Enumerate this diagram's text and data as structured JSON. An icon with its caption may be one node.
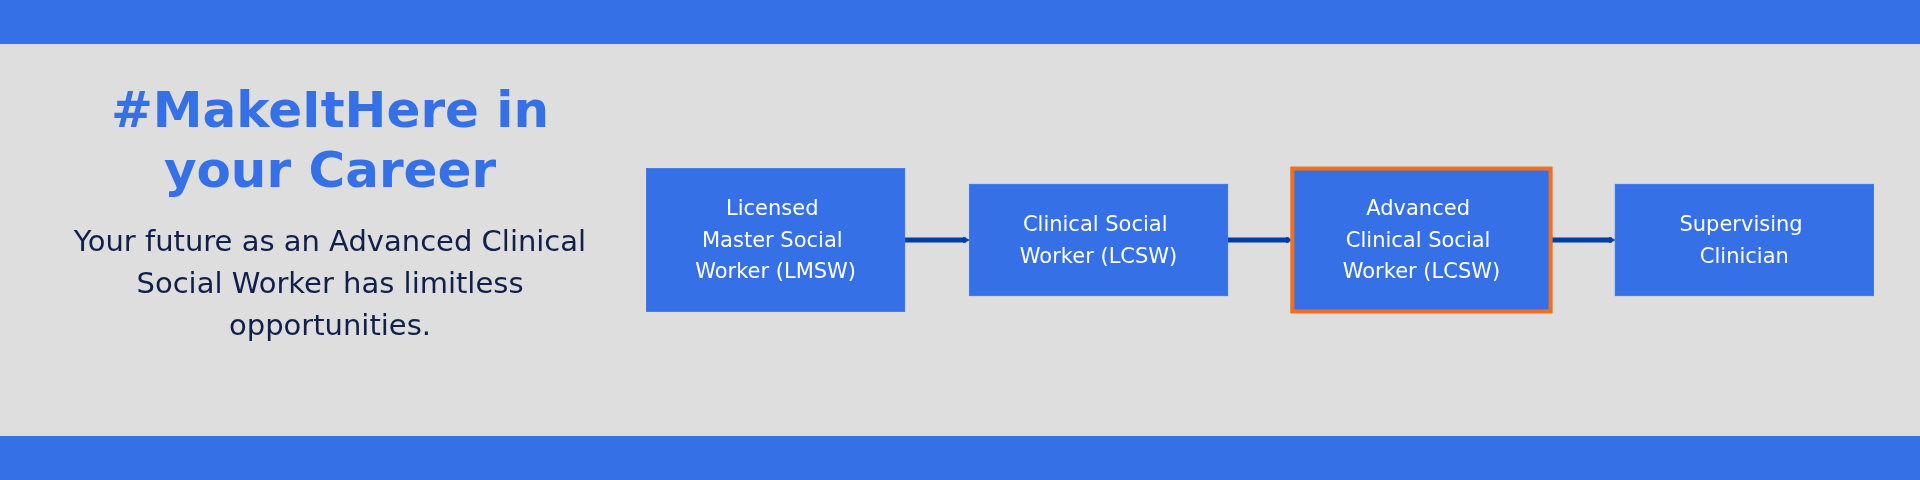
{
  "diagram": {
    "title": "#MakeItHere in your Career",
    "caption": "Your future as an Advanced Clinical Social Worker has limitless opportunities.",
    "nodes": [
      {
        "text": [
          "Licensed Master Social Worker (LMSW)"
        ]
      },
      {
        "text": [
          "Clinical Social Worker (LCSW)"
        ]
      },
      {
        "text": [
          "Advanced Clinical Social Worker (LCSW)"
        ]
      },
      {
        "text": [
          "Supervising Clinician"
        ]
      }
    ],
    "edges": [
      {
        "from": 0,
        "to": 1,
        "arrow": "to"
      },
      {
        "from": 1,
        "to": 2,
        "arrow": "to"
      },
      {
        "from": 2,
        "to": 3,
        "arrow": "to"
      }
    ]
  }
}
